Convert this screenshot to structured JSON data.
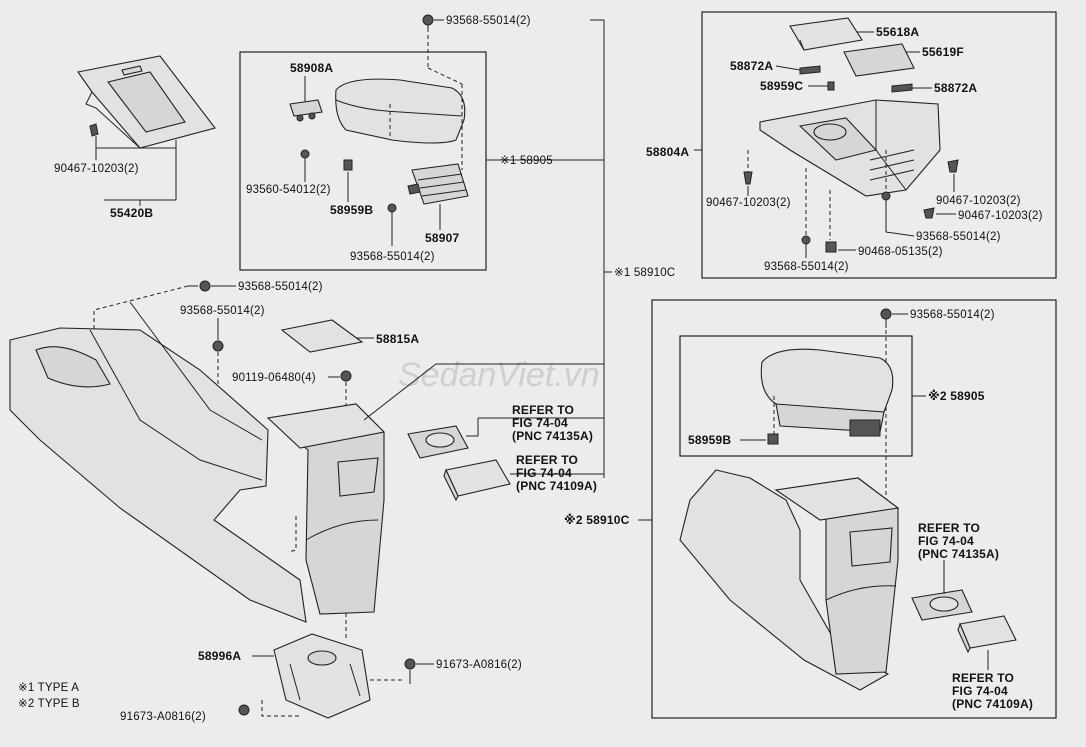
{
  "watermark": "SedanViet.vn",
  "labels": {
    "p55420b": "55420B",
    "p90467_a": "90467-10203(2)",
    "p58908a": "58908A",
    "p93560": "93560-54012(2)",
    "p58959b_a": "58959B",
    "p58907": "58907",
    "p93568_a": "93568-55014(2)",
    "p93568_top": "93568-55014(2)",
    "p158905": "※1 58905",
    "p158910c": "※1 58910C",
    "p93568_b": "93568-55014(2)",
    "p93568_c": "93568-55014(2)",
    "p58815a": "58815A",
    "p90119": "90119-06480(4)",
    "refer1_l1": "REFER TO",
    "refer1_l2": "FIG 74-04",
    "refer1_l3": "(PNC 74135A)",
    "refer2_l1": "REFER TO",
    "refer2_l2": "FIG 74-04",
    "refer2_l3": "(PNC 74109A)",
    "p258910c": "※2 58910C",
    "p58996a": "58996A",
    "p91673_a": "91673-A0816(2)",
    "p91673_b": "91673-A0816(2)",
    "type_a": "※1 TYPE A",
    "type_b": "※2 TYPE B",
    "p55618a": "55618A",
    "p55619f": "55619F",
    "p58872a_a": "58872A",
    "p58959c": "58959C",
    "p58872a_b": "58872A",
    "p58804a": "58804A",
    "p90467_b": "90467-10203(2)",
    "p90467_c": "90467-10203(2)",
    "p90467_d": "90467-10203(2)",
    "p93568_d": "93568-55014(2)",
    "p90468": "90468-05135(2)",
    "p93568_e": "93568-55014(2)",
    "p93568_f": "93568-55014(2)",
    "p258905": "※2 58905",
    "p58959b_b": "58959B",
    "refer3_l1": "REFER TO",
    "refer3_l2": "FIG 74-04",
    "refer3_l3": "(PNC 74135A)",
    "refer4_l1": "REFER TO",
    "refer4_l2": "FIG 74-04",
    "refer4_l3": "(PNC 74109A)"
  }
}
